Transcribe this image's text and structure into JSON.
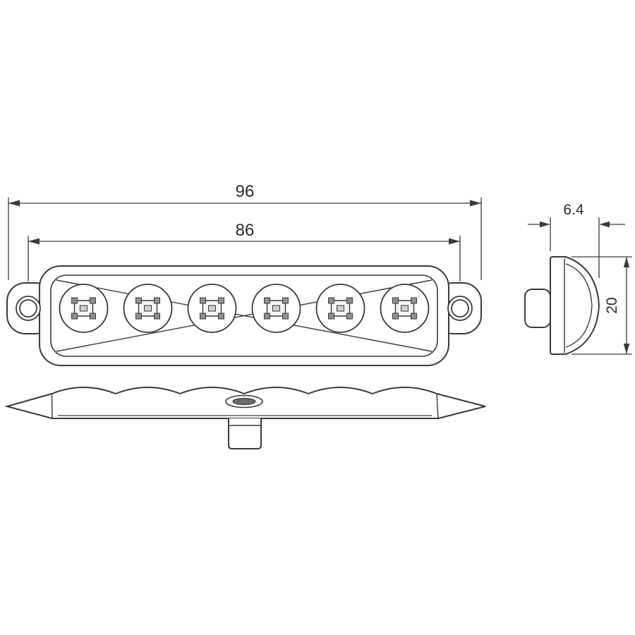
{
  "drawing": {
    "type": "technical-drawing",
    "subject": "LED side marker lamp - orthographic views (front, end profile, bottom profile)",
    "dimensions": {
      "overall_width": "96",
      "mounting_hole_spacing": "86",
      "lens_depth": "6.4",
      "body_height": "20"
    },
    "front_view": {
      "led_count": "6",
      "mounting_holes": "2"
    },
    "colors": {
      "background": "#ffffff",
      "lines": "#3a3a3a",
      "text": "#2b2b2b"
    }
  }
}
